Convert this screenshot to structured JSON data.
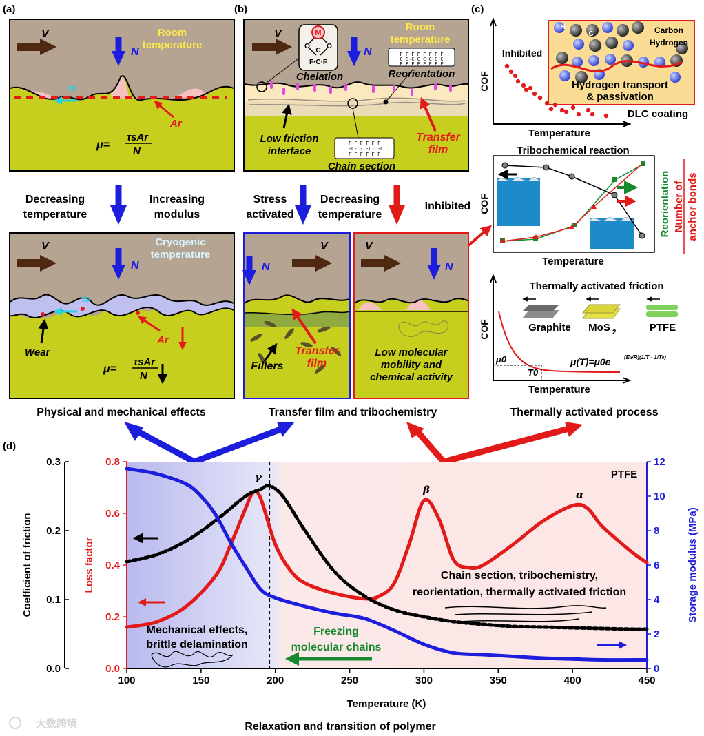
{
  "panel_a": {
    "label": "(a)",
    "top": {
      "v": "V",
      "n": "N",
      "temp_line1": "Room",
      "temp_line2": "temperature",
      "tau": "τs",
      "ar": "Ar",
      "mu": "μ=",
      "frac_num": "τsAr",
      "frac_den": "N"
    },
    "bottom": {
      "v": "V",
      "n": "N",
      "temp_line1": "Cryogenic",
      "temp_line2": "temperature",
      "tau": "τs",
      "ar": "Ar",
      "wear": "Wear",
      "mu": "μ=",
      "frac_num": "τsAr",
      "frac_den": "N"
    },
    "left_text_1": "Decreasing",
    "left_text_2": "temperature",
    "right_text_1": "Increasing",
    "right_text_2": "modulus",
    "caption": "Physical and mechanical effects"
  },
  "panel_b": {
    "label": "(b)",
    "top": {
      "v": "V",
      "n": "N",
      "temp_line1": "Room",
      "temp_line2": "temperature",
      "chelation": "Chelation",
      "chelation_m": "M",
      "reorientation": "Reorientation",
      "low_friction_1": "Low friction",
      "low_friction_2": "interface",
      "chain_section": "Chain section",
      "transfer_1": "Transfer",
      "transfer_2": "film",
      "molecule_o1": "O",
      "molecule_o2": "O",
      "molecule_c": "C",
      "molecule_fcf": "F·C·F"
    },
    "stress_1": "Stress",
    "stress_2": "activated",
    "decreasing_1": "Decreasing",
    "decreasing_2": "temperature",
    "inhibited": "Inhibited",
    "bottom_left": {
      "v": "V",
      "n": "N",
      "fillers": "Fillers",
      "transfer_1": "Transfer",
      "transfer_2": "film"
    },
    "bottom_right": {
      "v": "V",
      "n": "N",
      "text_1": "Low molecular",
      "text_2": "mobility and",
      "text_3": "chemical activity"
    },
    "caption": "Transfer film and tribochemistry"
  },
  "panel_c": {
    "label": "(c)",
    "c1": {
      "ylabel": "COF",
      "xlabel": "Temperature",
      "inhibited": "Inhibited",
      "inset_h": "H",
      "inset_c": "C",
      "legend_carbon": "Carbon",
      "legend_hydrogen": "Hydrogen",
      "inset_text_1": "Hydrogen transport",
      "inset_text_2": "& passivation",
      "dlc": "DLC coating"
    },
    "c2": {
      "title": "Tribochemical reaction",
      "ylabel": "COF",
      "xlabel": "Temperature",
      "right_1": "Reorientation",
      "right_2": "Number of",
      "right_3": "anchor bonds"
    },
    "c3": {
      "title": "Thermally activated friction",
      "ylabel": "COF",
      "xlabel": "Temperature",
      "graphite": "Graphite",
      "mos2": "MoS",
      "mos2_sub": "2",
      "ptfe": "PTFE",
      "mu0": "μ0",
      "t0": "T0",
      "formula": "μ(T)=μ0e"
    },
    "caption": "Thermally activated process"
  },
  "panel_d": {
    "label": "(d)",
    "title": "PTFE",
    "xlabel": "Temperature (K)",
    "ylabel_left_outer": "Coefficient of friction",
    "ylabel_left_inner": "Loss factor",
    "ylabel_right": "Storage modulus (MPa)",
    "bottom_caption": "Relaxation and transition of polymer",
    "region_left_1": "Mechanical effects,",
    "region_left_2": "brittle delamination",
    "freeze_1": "Freezing",
    "freeze_2": "molecular chains",
    "region_right_1": "Chain section, tribochemistry,",
    "region_right_2": "reorientation, thermally activated friction",
    "peak_gamma": "γ",
    "peak_beta": "β",
    "peak_alpha": "α",
    "x_ticks": [
      "100",
      "150",
      "200",
      "250",
      "300",
      "350",
      "400",
      "450"
    ],
    "cof_ticks": [
      "0.0",
      "0.1",
      "0.2",
      "0.3"
    ],
    "loss_ticks": [
      "0.0",
      "0.2",
      "0.4",
      "0.6",
      "0.8"
    ],
    "mod_ticks": [
      "0",
      "2",
      "4",
      "6",
      "8",
      "10",
      "12"
    ]
  },
  "watermark": "大数跨境",
  "colors": {
    "rock": "#b5a492",
    "substrate": "#c7cf1e",
    "blue": "#1d1ddd",
    "red": "#e21a1a",
    "green": "#178a2f",
    "arrow_brown": "#4f2812"
  },
  "chart_data": {
    "type": "line",
    "title": "PTFE",
    "xlabel": "Temperature (K)",
    "xlim": [
      100,
      450
    ],
    "series": [
      {
        "name": "Loss factor",
        "axis": "Loss factor",
        "ylim": [
          0,
          0.8
        ],
        "x": [
          100,
          120,
          140,
          160,
          170,
          180,
          185,
          190,
          200,
          210,
          220,
          240,
          260,
          270,
          280,
          290,
          300,
          310,
          320,
          330,
          340,
          360,
          380,
          400,
          410,
          420,
          440,
          450
        ],
        "y": [
          0.16,
          0.18,
          0.24,
          0.36,
          0.48,
          0.62,
          0.68,
          0.66,
          0.48,
          0.38,
          0.33,
          0.29,
          0.27,
          0.28,
          0.33,
          0.48,
          0.65,
          0.58,
          0.42,
          0.39,
          0.4,
          0.48,
          0.57,
          0.63,
          0.62,
          0.55,
          0.45,
          0.41
        ]
      },
      {
        "name": "Coefficient of friction",
        "axis": "Coefficient of friction",
        "ylim": [
          0,
          0.3
        ],
        "x": [
          100,
          120,
          140,
          160,
          180,
          190,
          196,
          205,
          220,
          240,
          260,
          280,
          300,
          320,
          340,
          360,
          380,
          400,
          420,
          440,
          450
        ],
        "y": [
          0.155,
          0.165,
          0.185,
          0.215,
          0.25,
          0.26,
          0.265,
          0.25,
          0.2,
          0.14,
          0.105,
          0.085,
          0.075,
          0.068,
          0.064,
          0.061,
          0.06,
          0.059,
          0.058,
          0.057,
          0.057
        ]
      },
      {
        "name": "Storage modulus (MPa)",
        "axis": "Storage modulus (MPa)",
        "ylim": [
          0,
          12
        ],
        "x": [
          100,
          120,
          140,
          150,
          160,
          170,
          180,
          190,
          200,
          220,
          240,
          260,
          280,
          300,
          320,
          340,
          360,
          380,
          400,
          420,
          450
        ],
        "y": [
          11.6,
          11.3,
          10.7,
          10.0,
          8.9,
          7.3,
          5.9,
          4.6,
          4.1,
          3.6,
          3.2,
          2.9,
          2.2,
          1.4,
          0.9,
          0.8,
          0.7,
          0.6,
          0.55,
          0.5,
          0.5
        ]
      }
    ],
    "annotations": [
      "γ",
      "β",
      "α"
    ],
    "vline_x": 196
  }
}
